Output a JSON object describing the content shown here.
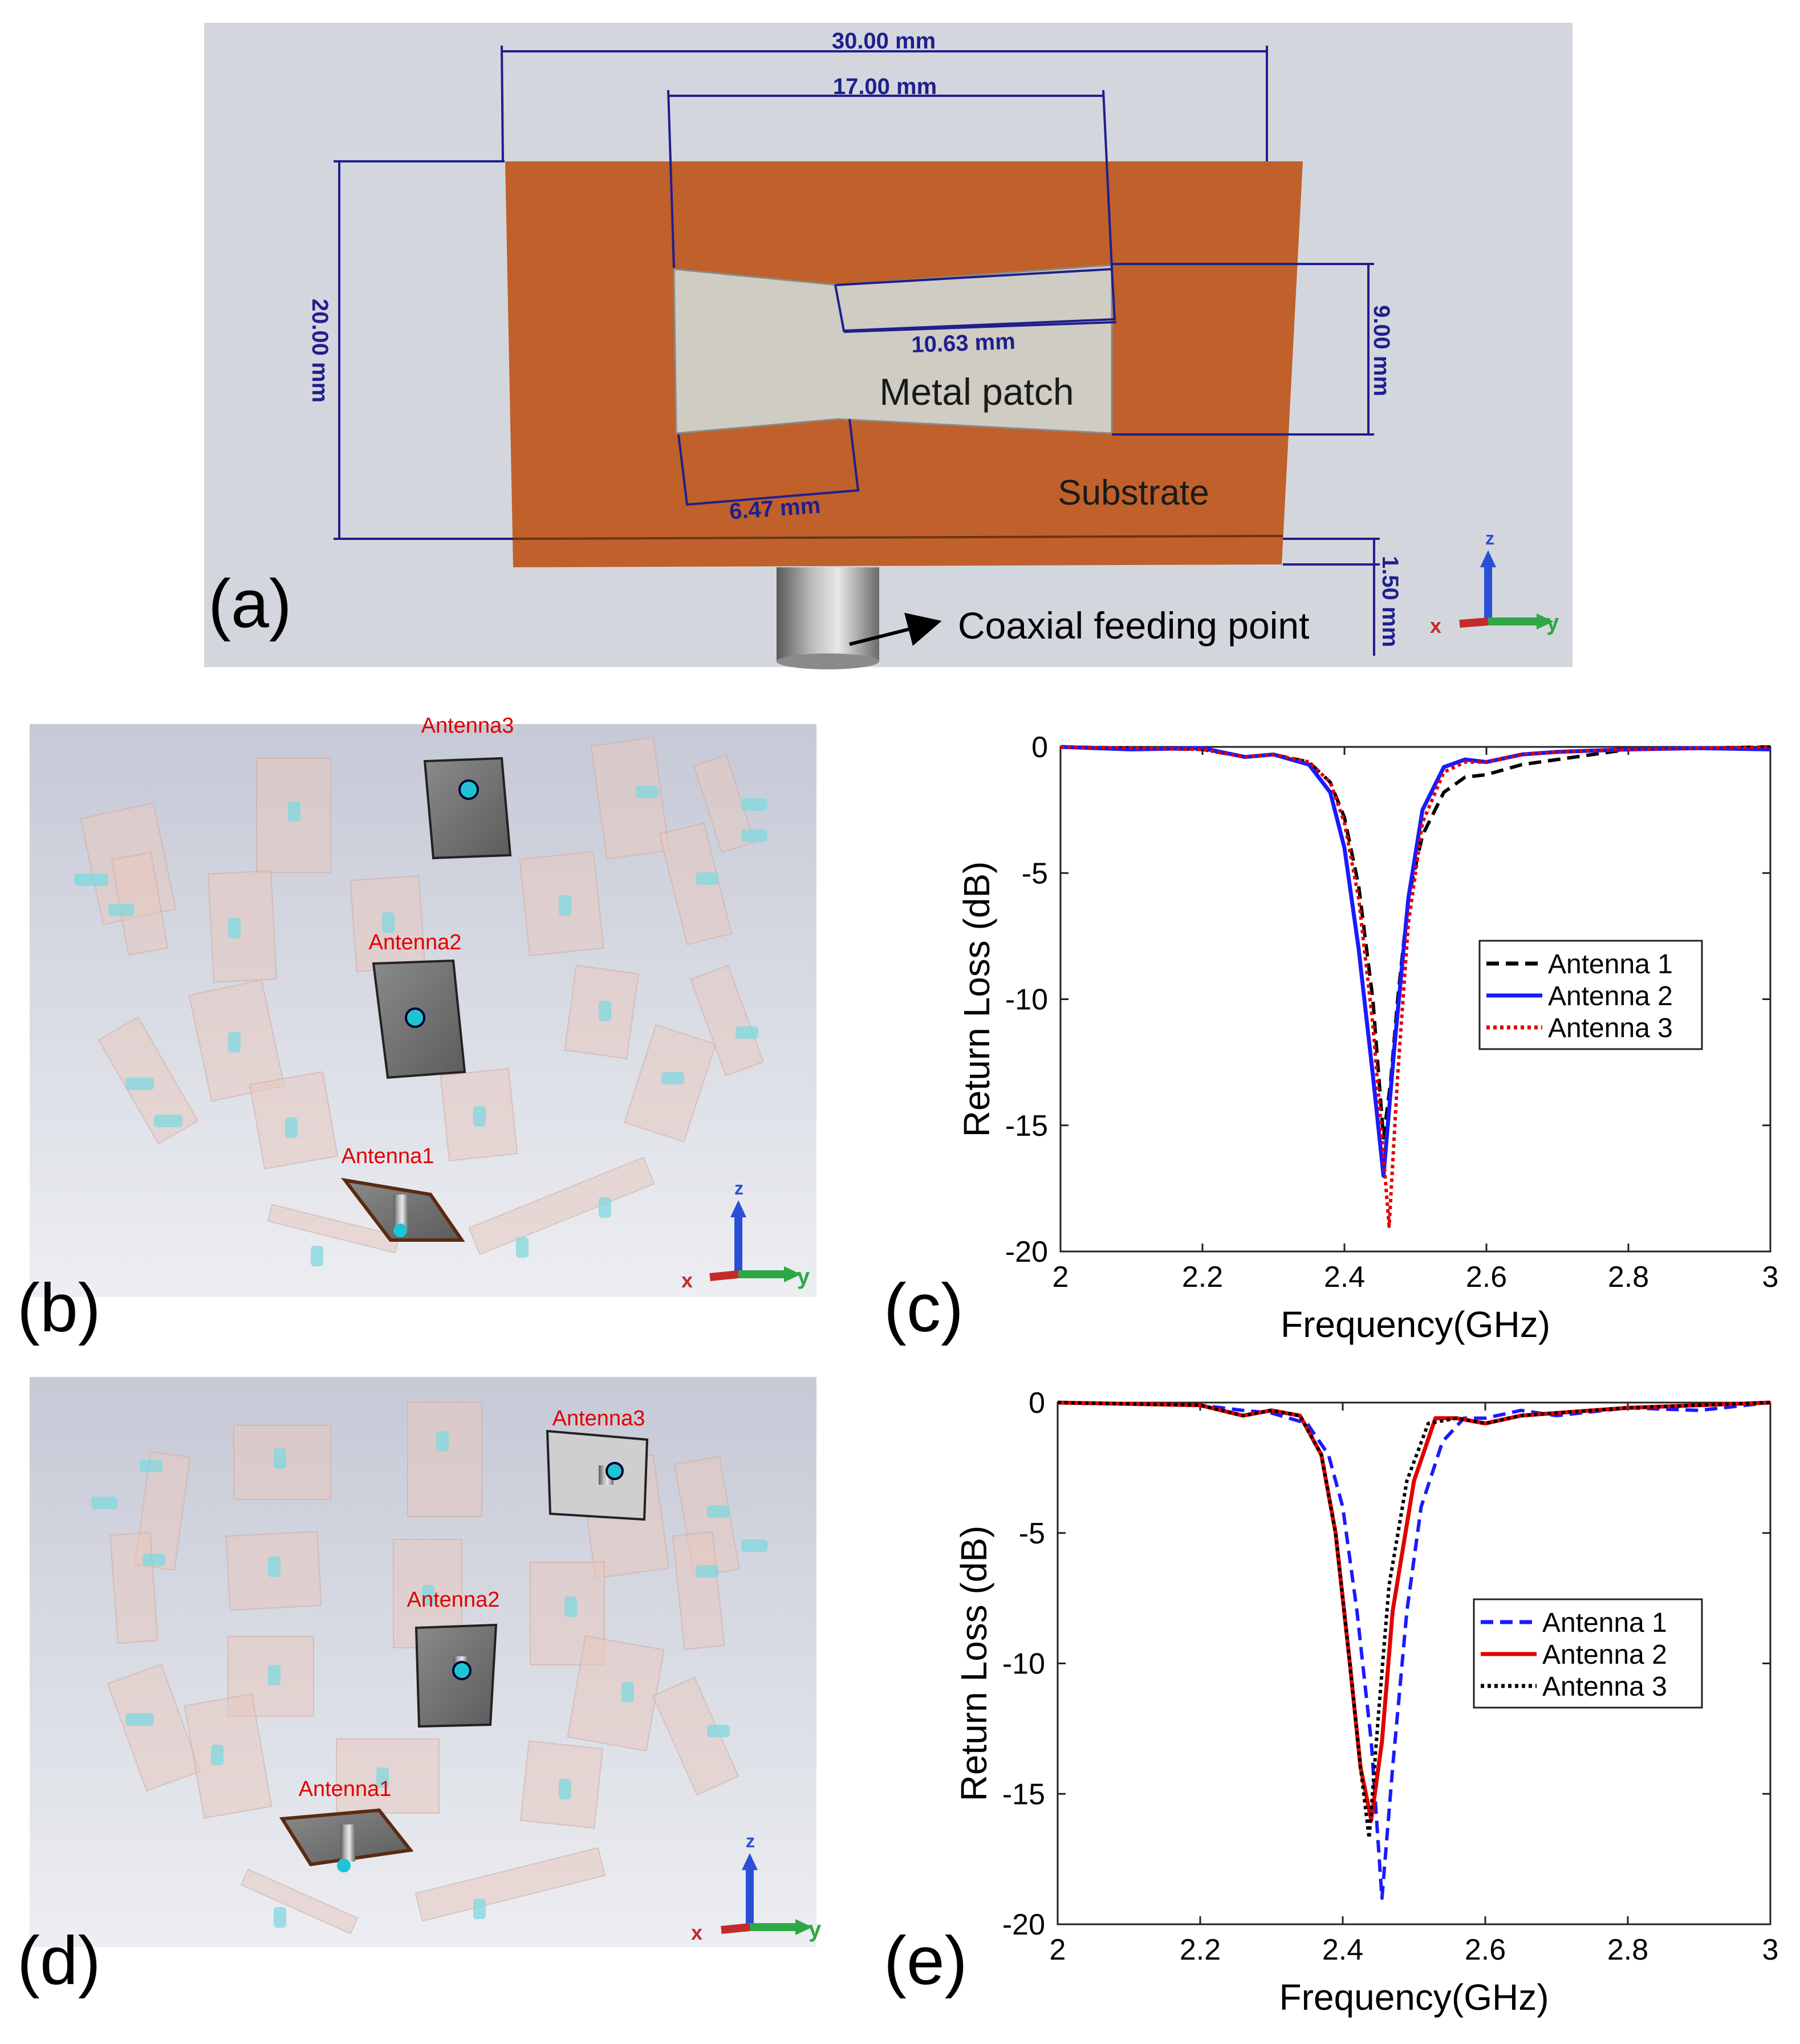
{
  "panel_a": {
    "label": "(a)",
    "dims": {
      "width": "30.00 mm",
      "patch_width": "17.00 mm",
      "height": "20.00 mm",
      "slot_length": "10.63 mm",
      "patch_height": "9.00 mm",
      "taper": "6.47 mm",
      "thickness": "1.50 mm"
    },
    "metal_patch": "Metal patch",
    "substrate": "Substrate",
    "coax": "Coaxial feeding point",
    "colors": {
      "substrate": "#c0602a",
      "patch": "#cfccc4",
      "dim": "#1f1f8c",
      "background": "#d4d6de"
    }
  },
  "axes_triad": {
    "x": "x",
    "y": "y",
    "z": "z"
  },
  "panel_b": {
    "label": "(b)",
    "antennas": [
      "Antenna3",
      "Antenna2",
      "Antenna1"
    ]
  },
  "panel_d": {
    "label": "(d)",
    "antennas": [
      "Antenna3",
      "Antenna2",
      "Antenna1"
    ]
  },
  "chart_data": [
    {
      "panel": "(c)",
      "type": "line",
      "xlabel": "Frequency(GHz)",
      "ylabel": "Return Loss (dB)",
      "xlim": [
        2,
        3
      ],
      "ylim": [
        -20,
        0
      ],
      "xticks": [
        "2",
        "2.2",
        "2.4",
        "2.6",
        "2.8",
        "3"
      ],
      "yticks": [
        "0",
        "-5",
        "-10",
        "-15",
        "-20"
      ],
      "legend_position": "right",
      "series": [
        {
          "name": "Antenna 1",
          "color": "#000000",
          "style": "dashed",
          "x": [
            2.0,
            2.1,
            2.2,
            2.26,
            2.3,
            2.35,
            2.38,
            2.4,
            2.42,
            2.44,
            2.455,
            2.465,
            2.475,
            2.49,
            2.51,
            2.54,
            2.57,
            2.6,
            2.65,
            2.7,
            2.75,
            2.8,
            2.9,
            3.0
          ],
          "y": [
            0,
            -0.05,
            -0.1,
            -0.4,
            -0.3,
            -0.6,
            -1.4,
            -2.8,
            -5.5,
            -10,
            -15.5,
            -13.3,
            -10,
            -6,
            -3.5,
            -1.8,
            -1.2,
            -1.1,
            -0.7,
            -0.5,
            -0.3,
            -0.1,
            -0.05,
            0
          ]
        },
        {
          "name": "Antenna 2",
          "color": "#1a1aff",
          "style": "solid",
          "x": [
            2.0,
            2.1,
            2.2,
            2.26,
            2.3,
            2.35,
            2.38,
            2.4,
            2.42,
            2.44,
            2.455,
            2.47,
            2.49,
            2.51,
            2.54,
            2.57,
            2.6,
            2.65,
            2.7,
            2.8,
            2.9,
            3.0
          ],
          "y": [
            0,
            -0.1,
            -0.05,
            -0.4,
            -0.3,
            -0.7,
            -1.8,
            -4,
            -8,
            -13,
            -17,
            -12,
            -6,
            -2.5,
            -0.8,
            -0.5,
            -0.6,
            -0.3,
            -0.2,
            -0.1,
            -0.05,
            -0.1
          ]
        },
        {
          "name": "Antenna 3",
          "color": "#e00000",
          "style": "dotted",
          "x": [
            2.0,
            2.1,
            2.2,
            2.26,
            2.3,
            2.35,
            2.38,
            2.4,
            2.42,
            2.44,
            2.45,
            2.463,
            2.475,
            2.49,
            2.51,
            2.54,
            2.57,
            2.6,
            2.65,
            2.7,
            2.8,
            2.9,
            3.0
          ],
          "y": [
            0,
            -0.05,
            -0.1,
            -0.4,
            -0.3,
            -0.6,
            -1.4,
            -3,
            -6,
            -11,
            -14.5,
            -19,
            -13,
            -7,
            -3,
            -1,
            -0.6,
            -0.6,
            -0.3,
            -0.2,
            -0.1,
            -0.05,
            0
          ]
        }
      ]
    },
    {
      "panel": "(e)",
      "type": "line",
      "xlabel": "Frequency(GHz)",
      "ylabel": "Return Loss (dB)",
      "xlim": [
        2,
        3
      ],
      "ylim": [
        -20,
        0
      ],
      "xticks": [
        "2",
        "2.2",
        "2.4",
        "2.6",
        "2.8",
        "3"
      ],
      "yticks": [
        "0",
        "-5",
        "-10",
        "-15",
        "-20"
      ],
      "legend_position": "right",
      "series": [
        {
          "name": "Antenna 1",
          "color": "#1a1aff",
          "style": "dashed",
          "x": [
            2.0,
            2.1,
            2.2,
            2.26,
            2.3,
            2.35,
            2.38,
            2.4,
            2.42,
            2.44,
            2.455,
            2.47,
            2.49,
            2.51,
            2.54,
            2.57,
            2.6,
            2.65,
            2.7,
            2.8,
            2.9,
            3.0
          ],
          "y": [
            0,
            -0.05,
            -0.1,
            -0.3,
            -0.4,
            -0.8,
            -2,
            -4,
            -8,
            -13,
            -19,
            -14,
            -8,
            -4,
            -1.5,
            -0.6,
            -0.6,
            -0.3,
            -0.5,
            -0.2,
            -0.3,
            0
          ]
        },
        {
          "name": "Antenna 2",
          "color": "#e00000",
          "style": "solid",
          "x": [
            2.0,
            2.1,
            2.2,
            2.26,
            2.3,
            2.34,
            2.37,
            2.39,
            2.41,
            2.425,
            2.44,
            2.455,
            2.47,
            2.5,
            2.53,
            2.56,
            2.6,
            2.65,
            2.7,
            2.8,
            2.9,
            3.0
          ],
          "y": [
            0,
            -0.05,
            -0.1,
            -0.5,
            -0.3,
            -0.5,
            -2,
            -5,
            -10,
            -14,
            -16,
            -13,
            -8,
            -3,
            -0.6,
            -0.6,
            -0.8,
            -0.5,
            -0.4,
            -0.2,
            -0.1,
            0
          ]
        },
        {
          "name": "Antenna 3",
          "color": "#000000",
          "style": "dotted",
          "x": [
            2.0,
            2.1,
            2.2,
            2.26,
            2.3,
            2.34,
            2.37,
            2.39,
            2.41,
            2.425,
            2.437,
            2.45,
            2.465,
            2.49,
            2.52,
            2.56,
            2.6,
            2.65,
            2.7,
            2.8,
            2.9,
            3.0
          ],
          "y": [
            0,
            -0.05,
            -0.1,
            -0.5,
            -0.3,
            -0.5,
            -2,
            -5,
            -10,
            -14,
            -16.7,
            -12,
            -7,
            -3,
            -0.8,
            -0.6,
            -0.8,
            -0.5,
            -0.4,
            -0.2,
            -0.1,
            0
          ]
        }
      ]
    }
  ]
}
